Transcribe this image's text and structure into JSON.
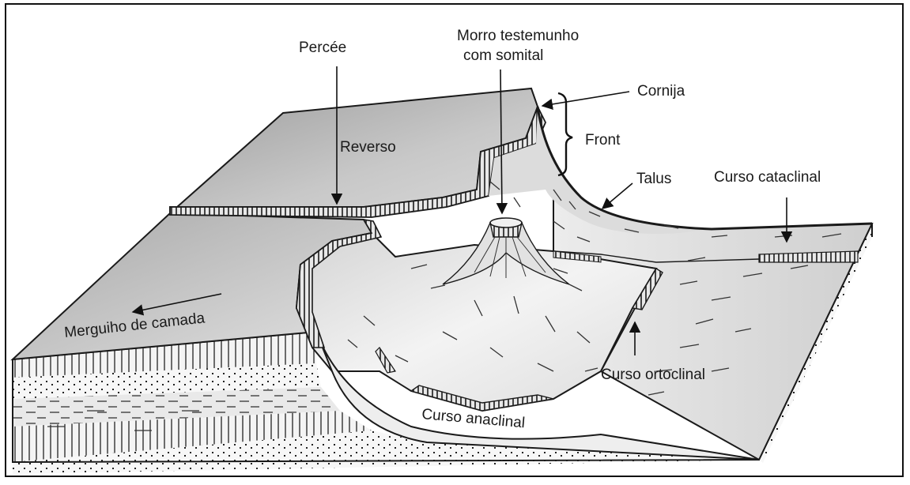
{
  "labels": {
    "percee": "Percée",
    "morro_line1": "Morro testemunho",
    "morro_line2": "com somital",
    "cornija": "Cornija",
    "front": "Front",
    "reverso": "Reverso",
    "talus": "Talus",
    "curso_cataclinal": "Curso cataclinal",
    "mergulho": "Merguiho de camada",
    "curso_ortoclinal": "Curso ortoclinal",
    "curso_anaclinal": "Curso anaclinal"
  },
  "colors": {
    "outline": "#1a1a1a",
    "upper_plateau": "#b9b9b9",
    "lower_plateau": "#cfcfcf",
    "valley": "#e6e6e6",
    "right_plain": "#dadada"
  }
}
